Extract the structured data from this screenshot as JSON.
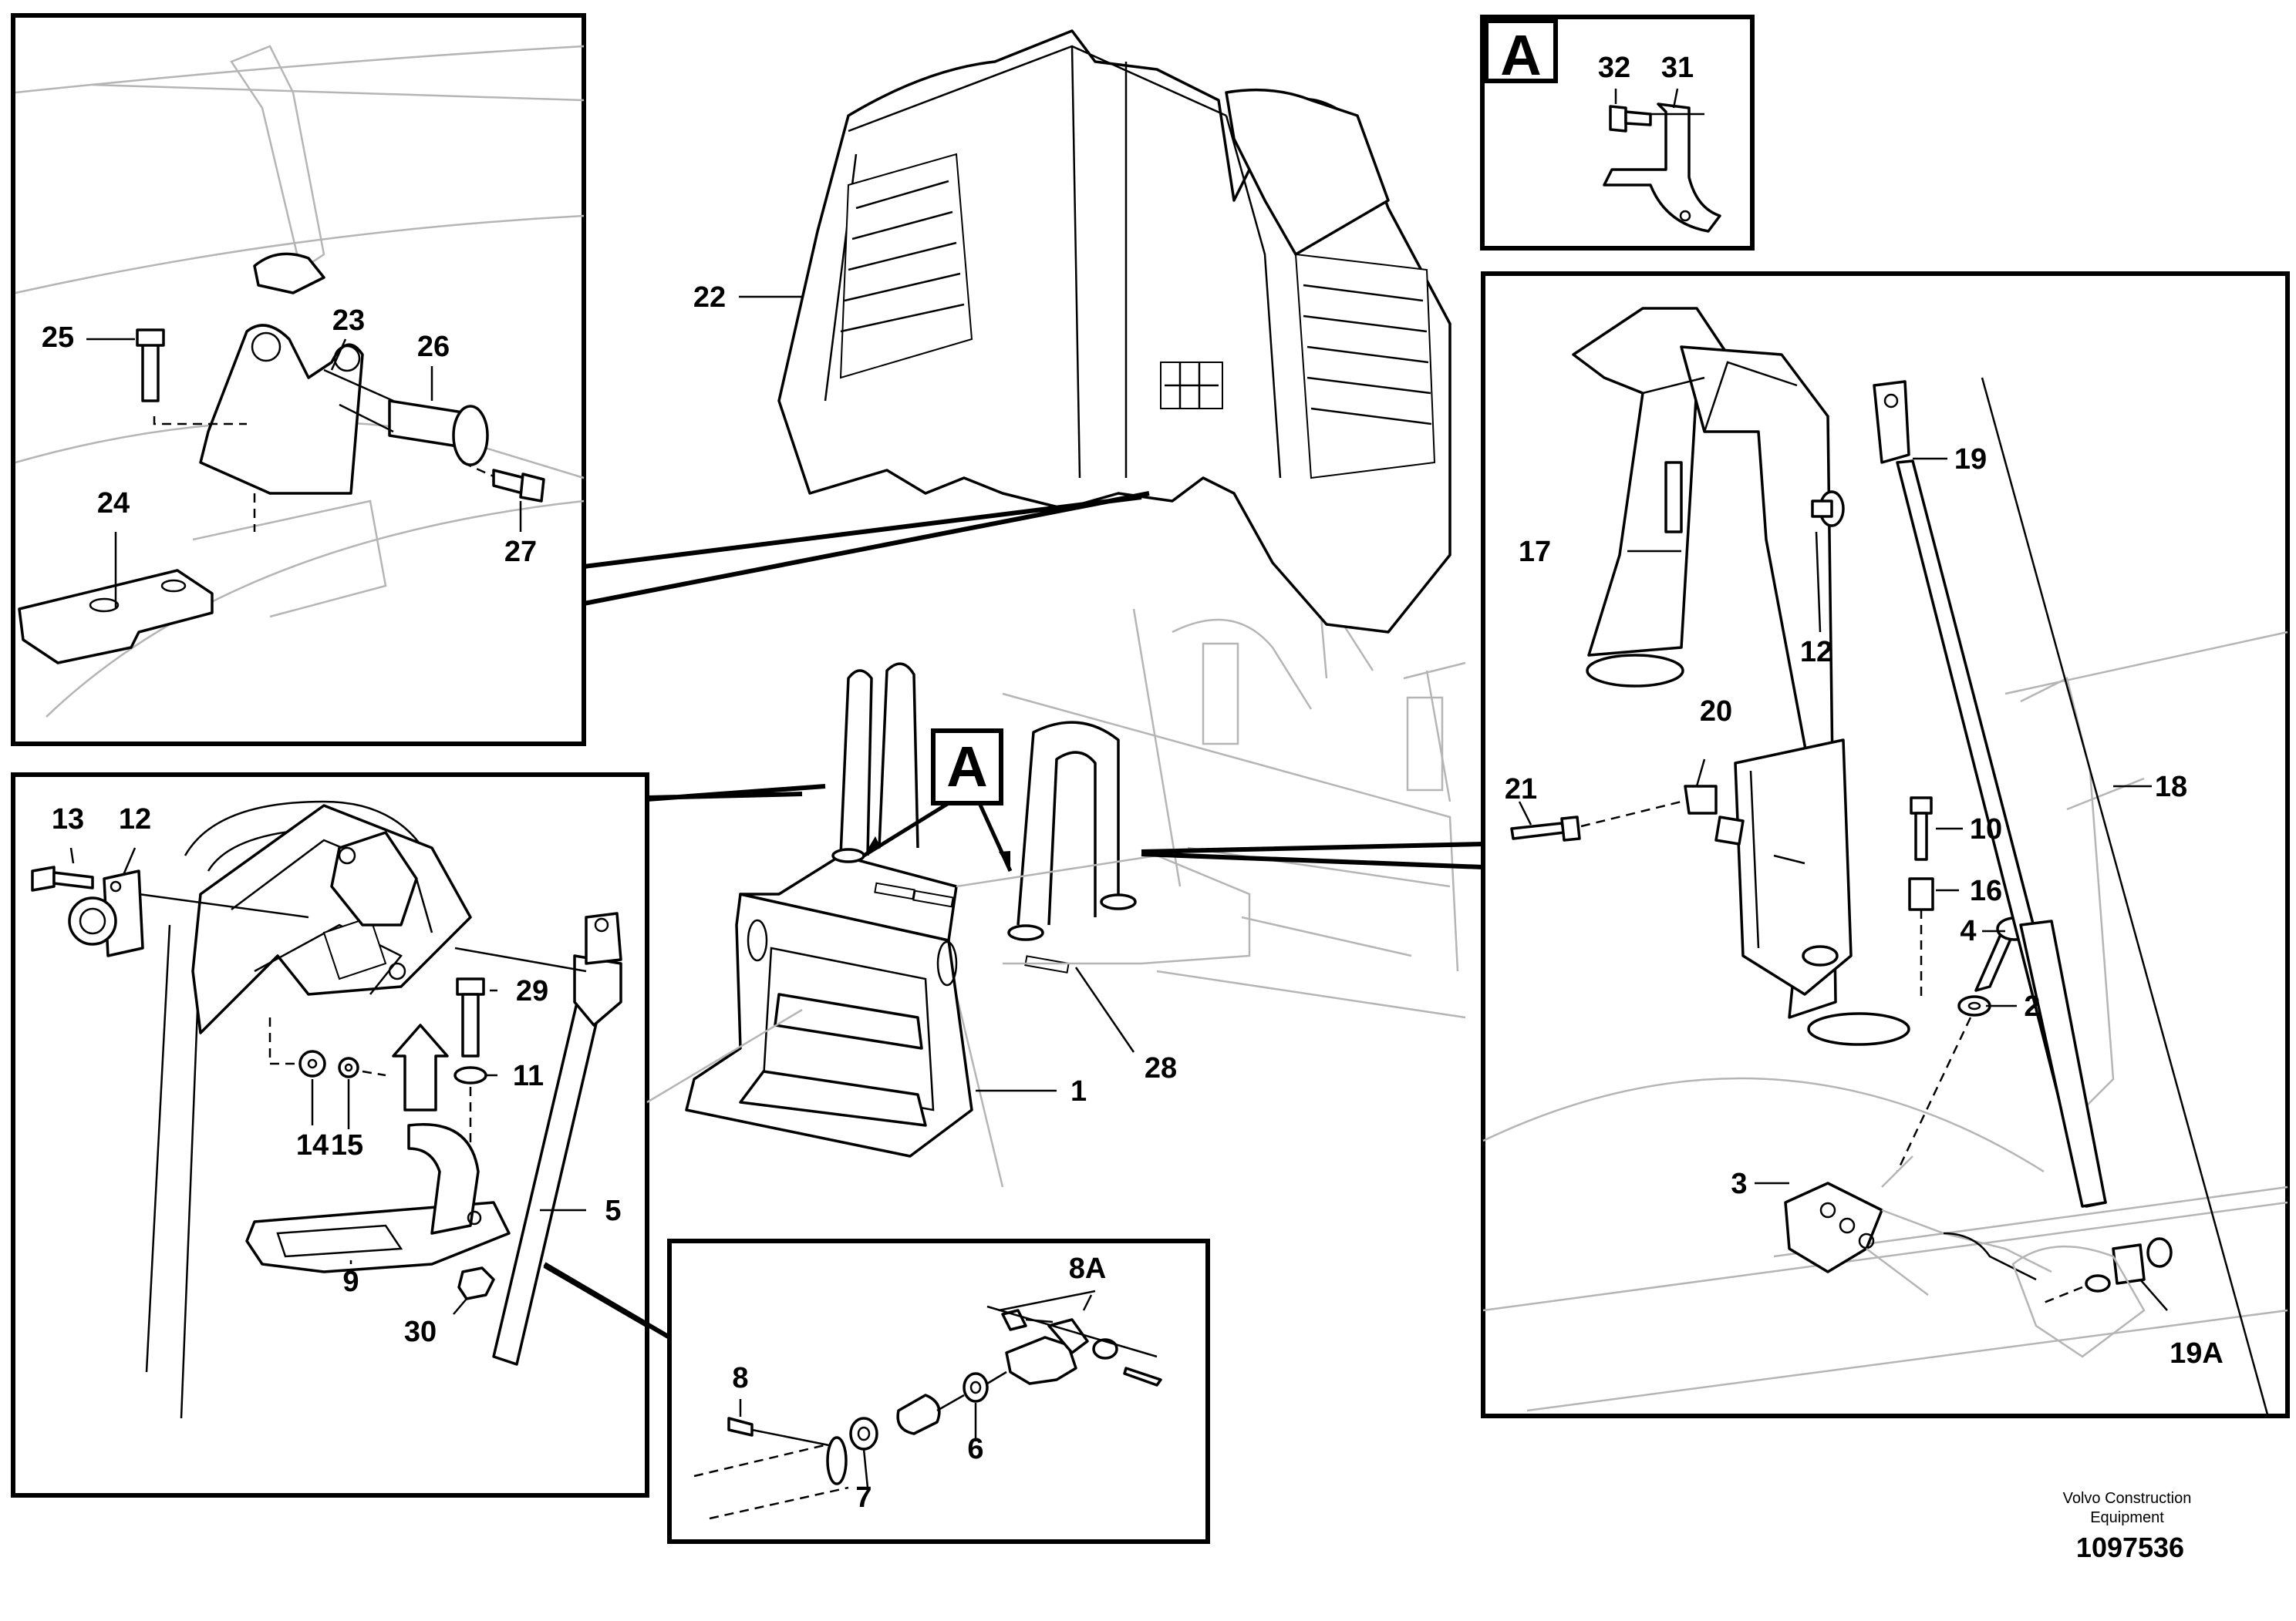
{
  "labels": {
    "l1": "1",
    "l2": "2",
    "l3": "3",
    "l4": "4",
    "l5": "5",
    "l6": "6",
    "l7": "7",
    "l8": "8",
    "l8a": "8A",
    "l9": "9",
    "l10": "10",
    "l11": "11",
    "l12a": "12",
    "l12b": "12",
    "l13": "13",
    "l14": "14",
    "l15": "15",
    "l16": "16",
    "l17": "17",
    "l18": "18",
    "l19": "19",
    "l19a": "19A",
    "l20": "20",
    "l21": "21",
    "l22": "22",
    "l23": "23",
    "l24": "24",
    "l25": "25",
    "l26": "26",
    "l27": "27",
    "l28": "28",
    "l29": "29",
    "l30": "30",
    "l31": "31",
    "l32": "32"
  },
  "detail_marker": {
    "letter_box": "A",
    "letter_main": "A"
  },
  "footer": {
    "maker_line1": "Volvo Construction",
    "maker_line2": "Equipment",
    "drawing_number": "1097536"
  }
}
